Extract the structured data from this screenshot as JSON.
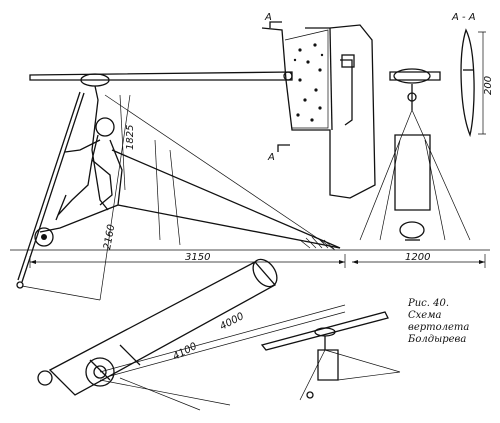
{
  "section_marks": {
    "top": "A",
    "bottom": "A",
    "section_title": "A - A"
  },
  "dimensions": {
    "height_rotor": "1825",
    "height_overall": "2160",
    "length": "3150",
    "width": "1200",
    "blade_chord": "200",
    "rotor_span": "4000",
    "rotor_span_2": "4100"
  },
  "caption": {
    "line1": "Рис. 40.",
    "line2": "Схема",
    "line3": "вертолета",
    "line4": "Болдырева"
  }
}
